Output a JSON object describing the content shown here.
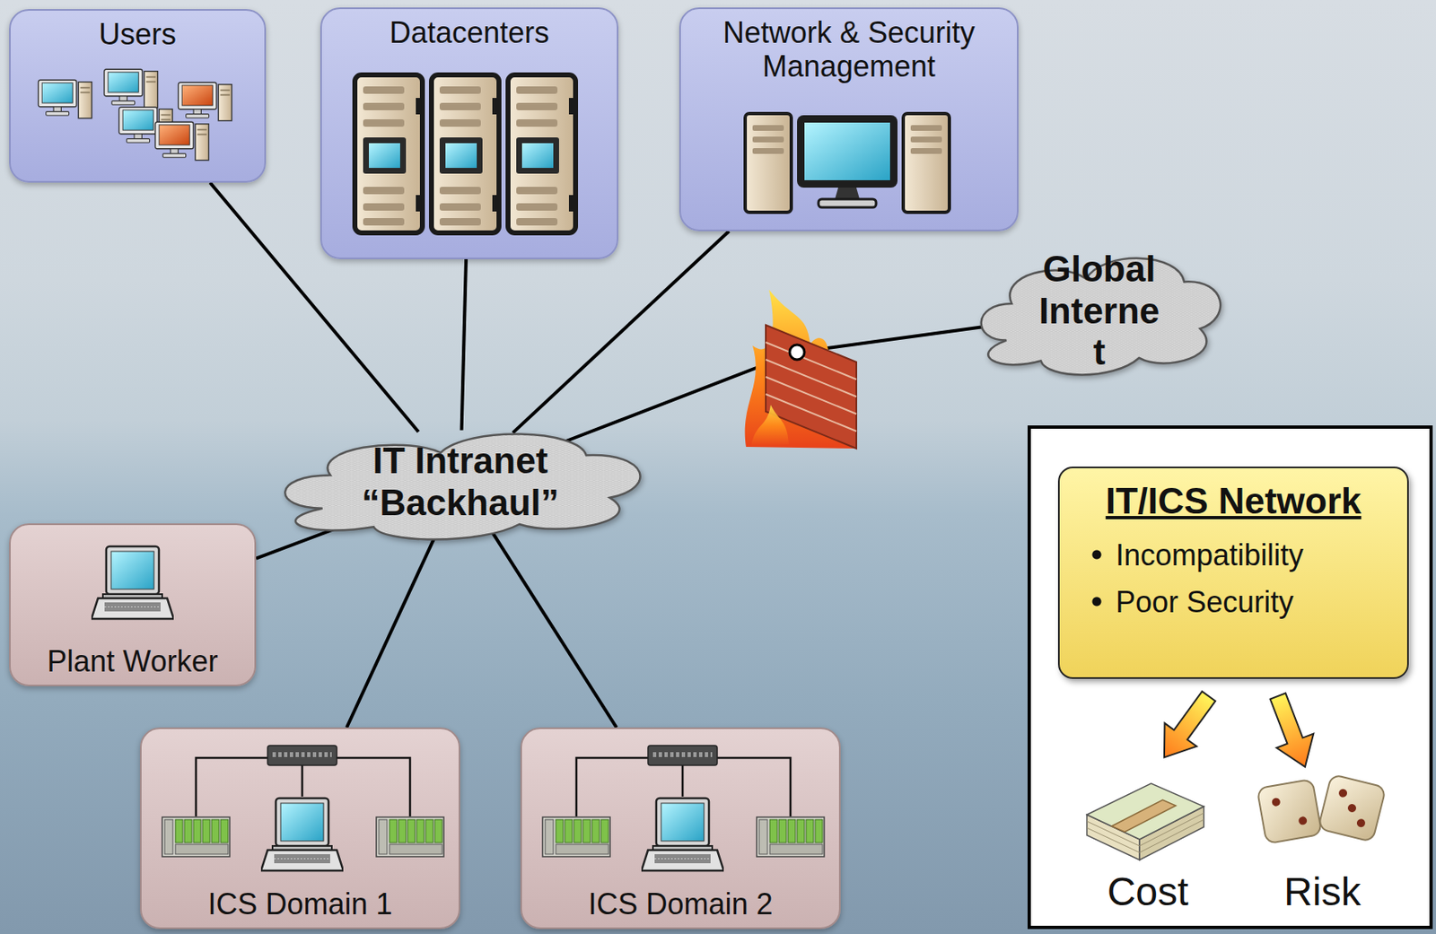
{
  "diagram": {
    "nodes": [
      {
        "text": [
          "Users"
        ]
      },
      {
        "text": [
          "Datacenters"
        ]
      },
      {
        "text": [
          "Network & Security Management"
        ]
      },
      {
        "text": [
          "Global Interne t"
        ]
      },
      {
        "text": [
          "IT Intranet “Backhaul”"
        ]
      },
      {
        "text": [
          "Plant Worker"
        ]
      },
      {
        "text": [
          "ICS Domain 1"
        ]
      },
      {
        "text": [
          "ICS Domain 2"
        ]
      },
      {
        "text": [
          "Cost",
          "Risk"
        ]
      },
      {
        "text": [
          "IT/ICS Network",
          "Incompatibility",
          "Poor Security"
        ],
        "in": 8
      }
    ],
    "edges": [
      {
        "from": 0,
        "to": 4,
        "arrow": "none"
      },
      {
        "from": 1,
        "to": 4,
        "arrow": "none"
      },
      {
        "from": 2,
        "to": 4,
        "arrow": "none"
      },
      {
        "from": 4,
        "to": 3,
        "arrow": "none"
      },
      {
        "from": 5,
        "to": 4,
        "arrow": "none"
      },
      {
        "from": 6,
        "to": 4,
        "arrow": "none"
      },
      {
        "from": 7,
        "to": 4,
        "arrow": "none"
      }
    ]
  }
}
